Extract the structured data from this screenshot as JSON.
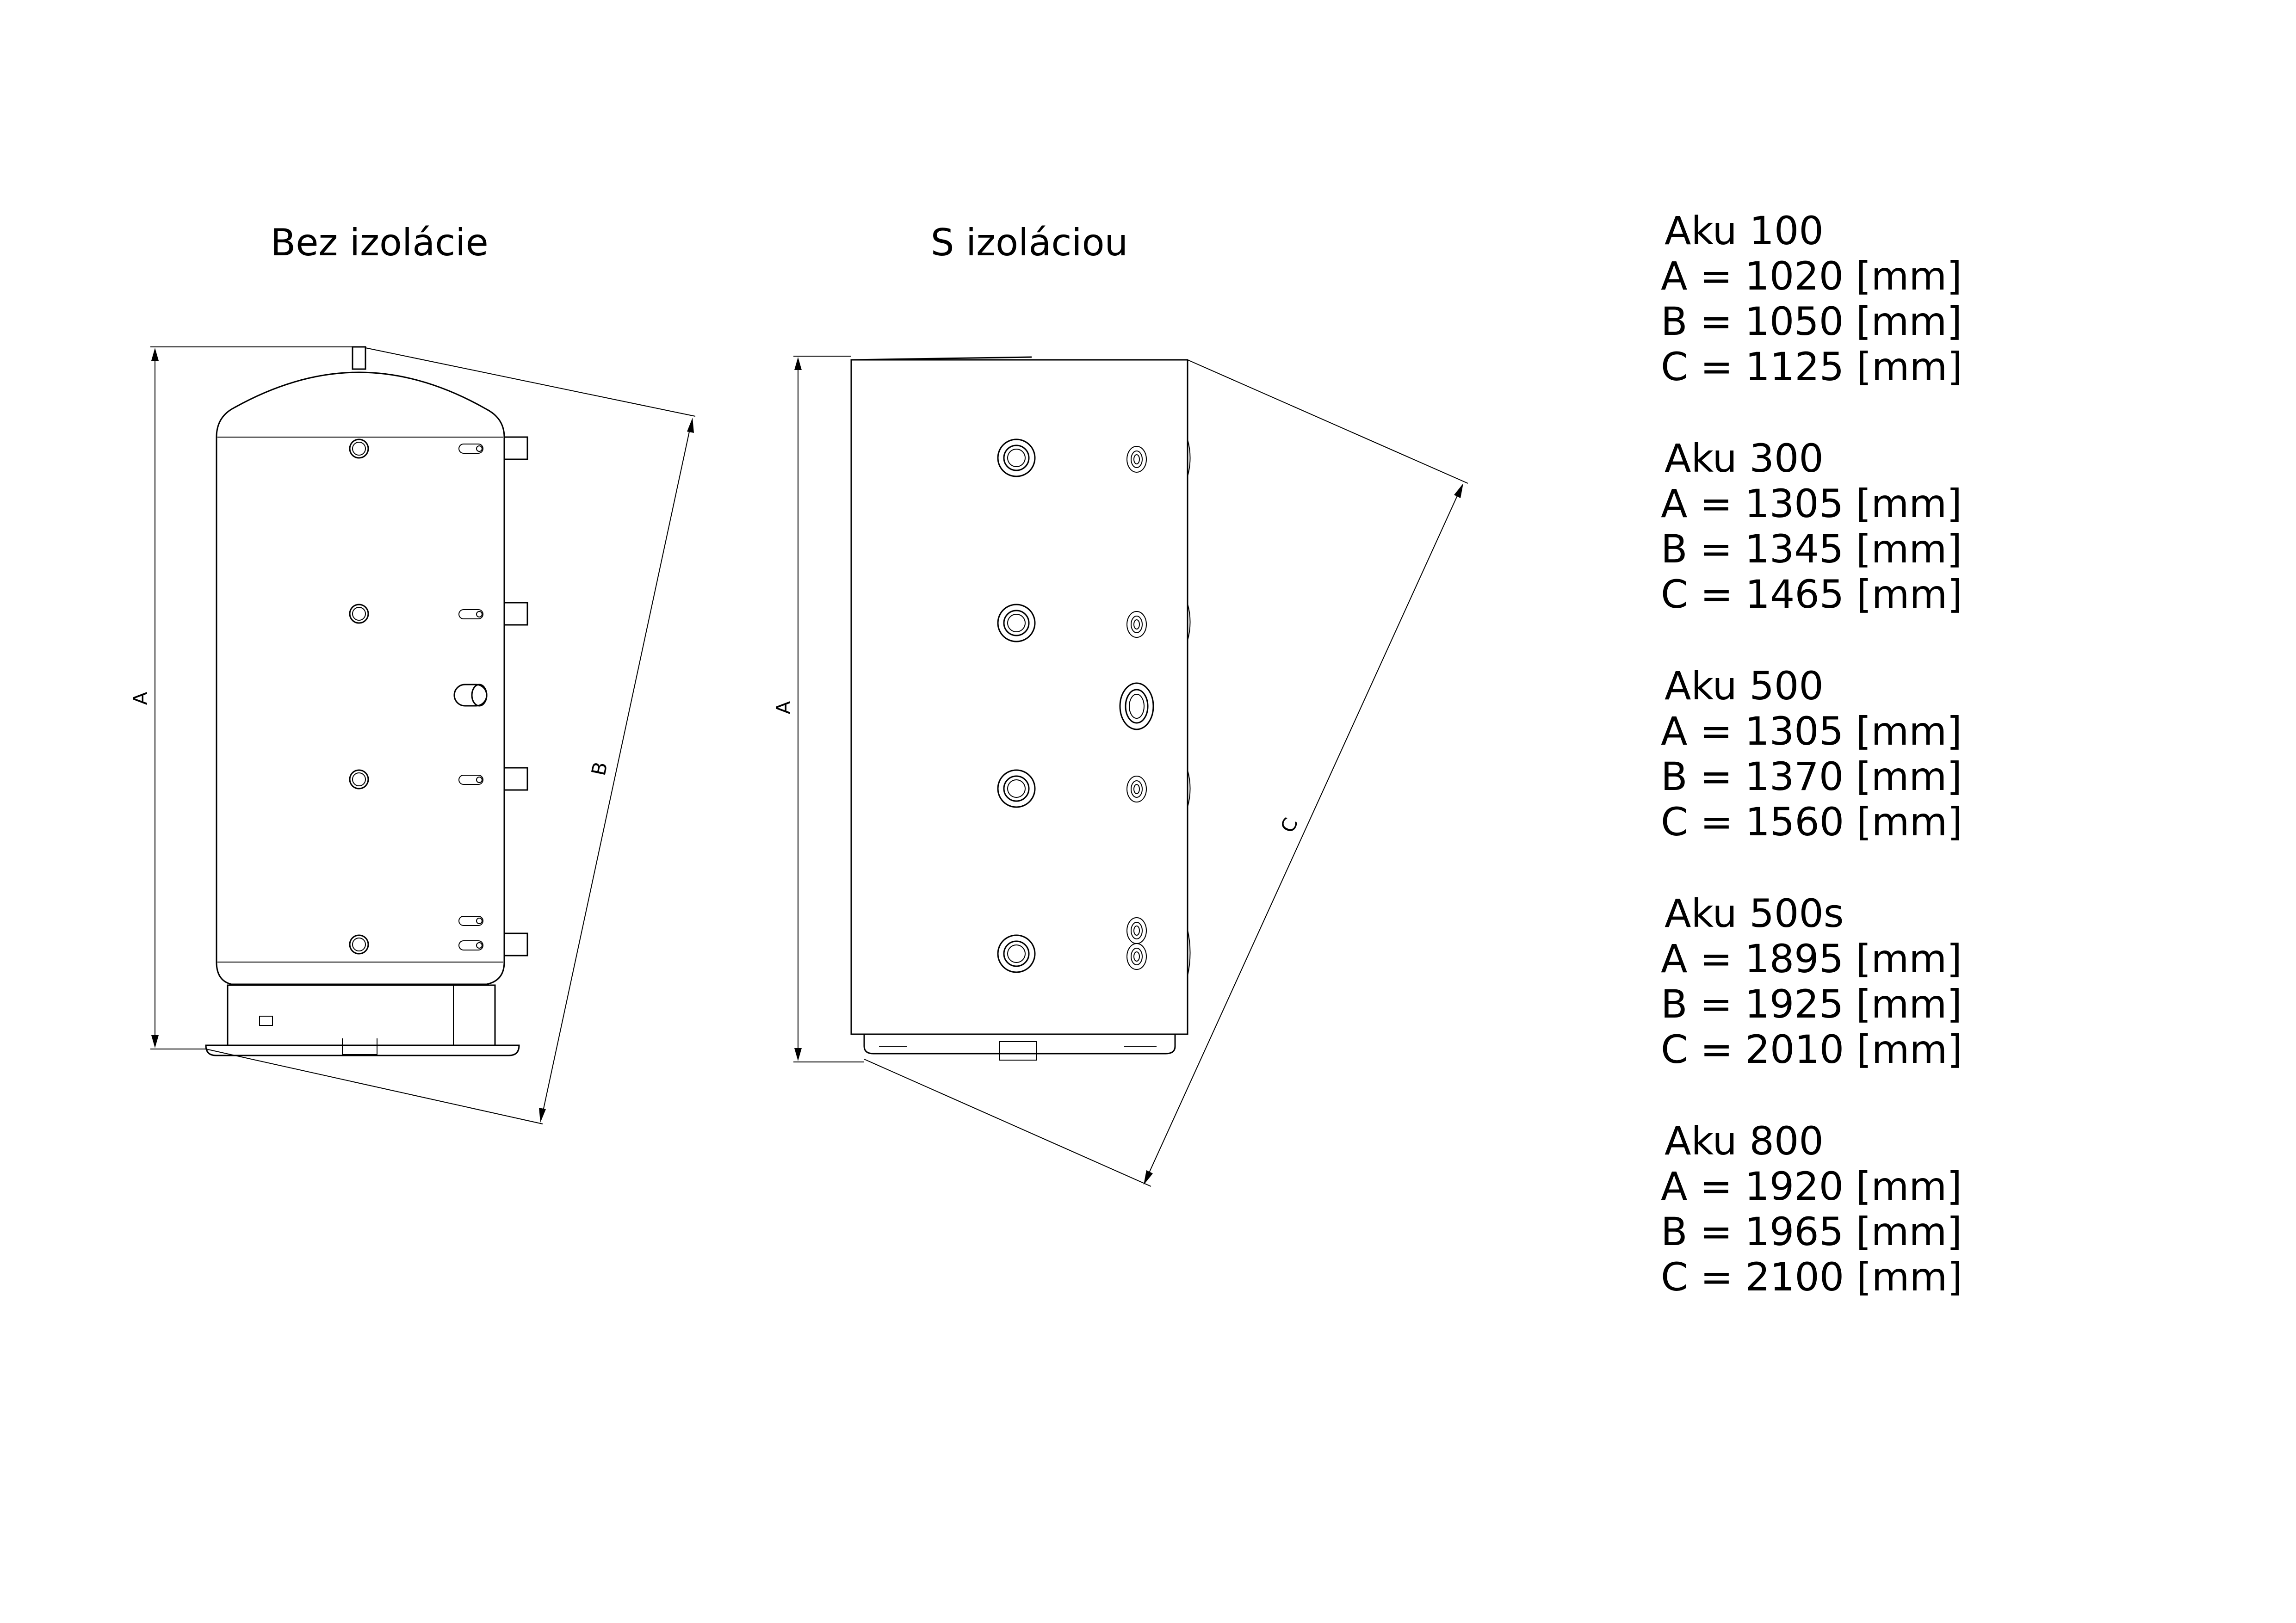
{
  "views": {
    "left_title": "Bez izolácie",
    "right_title": "S izoláciou"
  },
  "dimension_labels": {
    "a": "A",
    "b": "B",
    "c": "C"
  },
  "specs": [
    {
      "name": "Aku 100",
      "a": "A = 1020 [mm]",
      "b": "B = 1050 [mm]",
      "c": "C = 1125 [mm]"
    },
    {
      "name": "Aku 300",
      "a": "A = 1305 [mm]",
      "b": "B = 1345 [mm]",
      "c": "C = 1465 [mm]"
    },
    {
      "name": "Aku 500",
      "a": "A = 1305 [mm]",
      "b": "B = 1370 [mm]",
      "c": "C = 1560 [mm]"
    },
    {
      "name": "Aku 500s",
      "a": "A = 1895 [mm]",
      "b": "B = 1925 [mm]",
      "c": "C = 2010 [mm]"
    },
    {
      "name": "Aku 800",
      "a": "A = 1920 [mm]",
      "b": "B = 1965 [mm]",
      "c": "C = 2100 [mm]"
    }
  ]
}
